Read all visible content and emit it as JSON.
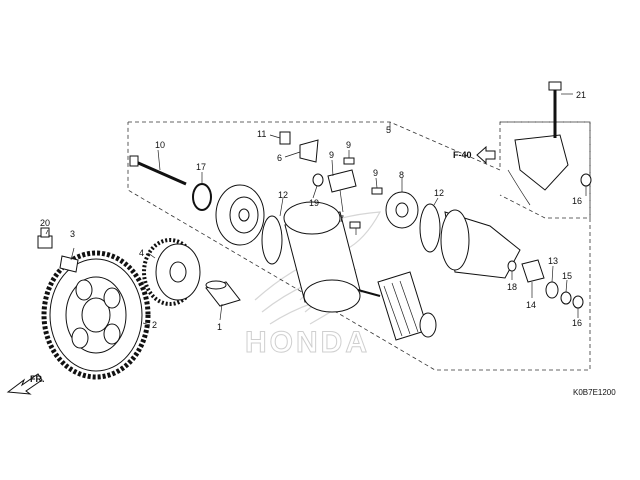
{
  "diagram": {
    "code": "K0B7E1200",
    "ref_page": "F-40",
    "front_label": "FR.",
    "watermark": "HONDA",
    "callouts": [
      {
        "id": "c1",
        "text": "1"
      },
      {
        "id": "c2",
        "text": "2"
      },
      {
        "id": "c3",
        "text": "3"
      },
      {
        "id": "c4",
        "text": "4"
      },
      {
        "id": "c5",
        "text": "5"
      },
      {
        "id": "c6",
        "text": "6"
      },
      {
        "id": "c7",
        "text": "7"
      },
      {
        "id": "c8",
        "text": "8"
      },
      {
        "id": "c9a",
        "text": "9"
      },
      {
        "id": "c9b",
        "text": "9"
      },
      {
        "id": "c9c",
        "text": "9"
      },
      {
        "id": "c10",
        "text": "10"
      },
      {
        "id": "c11",
        "text": "11"
      },
      {
        "id": "c12a",
        "text": "12"
      },
      {
        "id": "c12b",
        "text": "12"
      },
      {
        "id": "c13",
        "text": "13"
      },
      {
        "id": "c14",
        "text": "14"
      },
      {
        "id": "c15",
        "text": "15"
      },
      {
        "id": "c16a",
        "text": "16"
      },
      {
        "id": "c16b",
        "text": "16"
      },
      {
        "id": "c17",
        "text": "17"
      },
      {
        "id": "c18",
        "text": "18"
      },
      {
        "id": "c19",
        "text": "19"
      },
      {
        "id": "c20",
        "text": "20"
      },
      {
        "id": "c21",
        "text": "21"
      }
    ]
  }
}
